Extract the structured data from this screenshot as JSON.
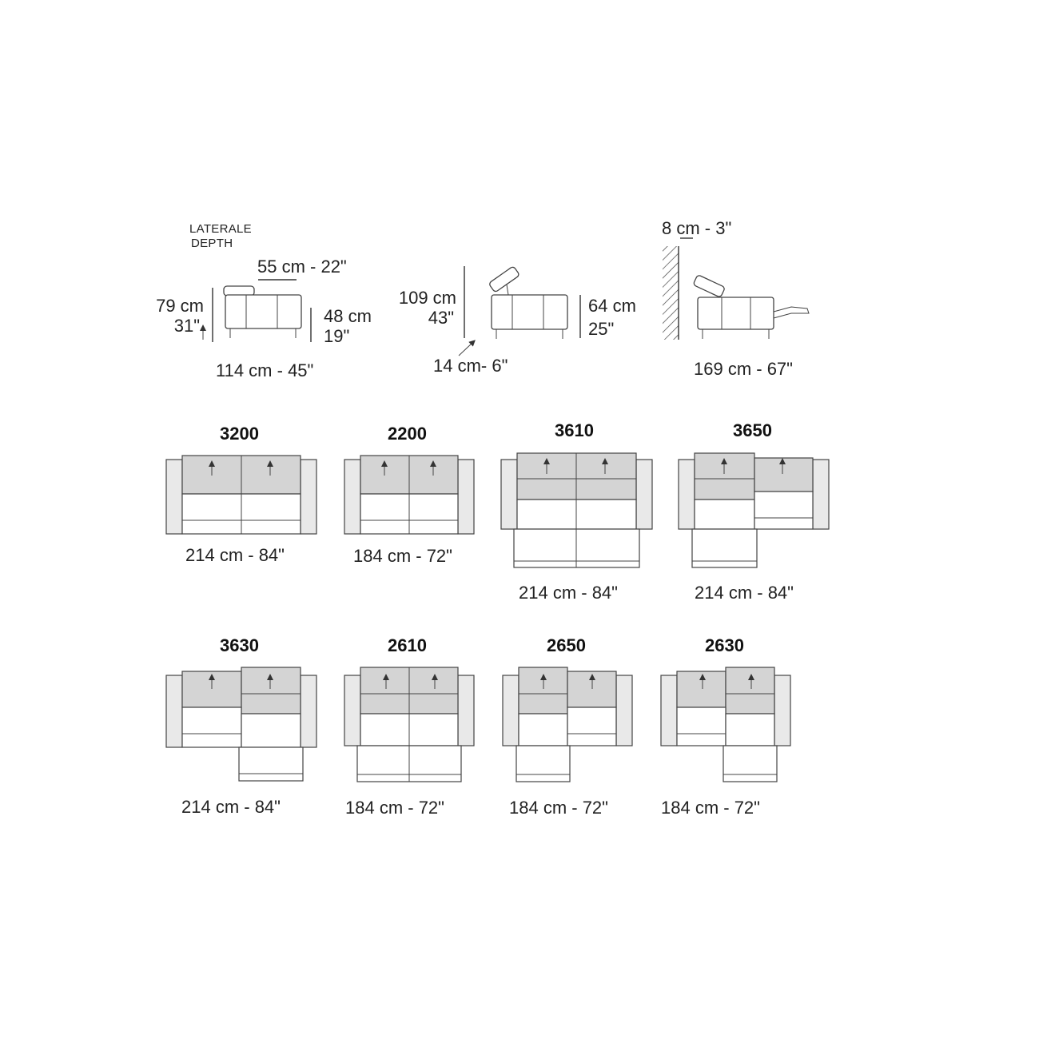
{
  "side_views": {
    "depth_caption_line1": "LATERALE",
    "depth_caption_line2": "DEPTH",
    "headrest_width": "55 cm - 22\"",
    "height_cm": "79 cm",
    "height_in": "31\"",
    "seat_height_cm": "48 cm",
    "seat_height_in": "19\"",
    "depth": "114 cm - 45\"",
    "raised_height_cm": "109 cm",
    "raised_height_in": "43\"",
    "headrest_lift": "14 cm- 6\"",
    "arm_height_cm": "64 cm",
    "arm_height_in": "25\"",
    "wall_clearance": "8 cm - 3\"",
    "reclined_depth": "169 cm - 67\""
  },
  "models": [
    {
      "code": "3200",
      "size": "214 cm - 84\""
    },
    {
      "code": "2200",
      "size": "184 cm - 72\""
    },
    {
      "code": "3610",
      "size": "214 cm - 84\""
    },
    {
      "code": "3650",
      "size": "214 cm - 84\""
    },
    {
      "code": "3630",
      "size": "214 cm - 84\""
    },
    {
      "code": "2610",
      "size": "184 cm - 72\""
    },
    {
      "code": "2650",
      "size": "184 cm - 72\""
    },
    {
      "code": "2630",
      "size": "184 cm - 72\""
    }
  ],
  "icons": {
    "headrest_arrow": "arrow-up-icon",
    "wall": "wall-hatch-icon"
  },
  "colors": {
    "line": "#444444",
    "backrest_fill": "#d4d4d4",
    "armrest_fill": "#e9e9e9"
  }
}
